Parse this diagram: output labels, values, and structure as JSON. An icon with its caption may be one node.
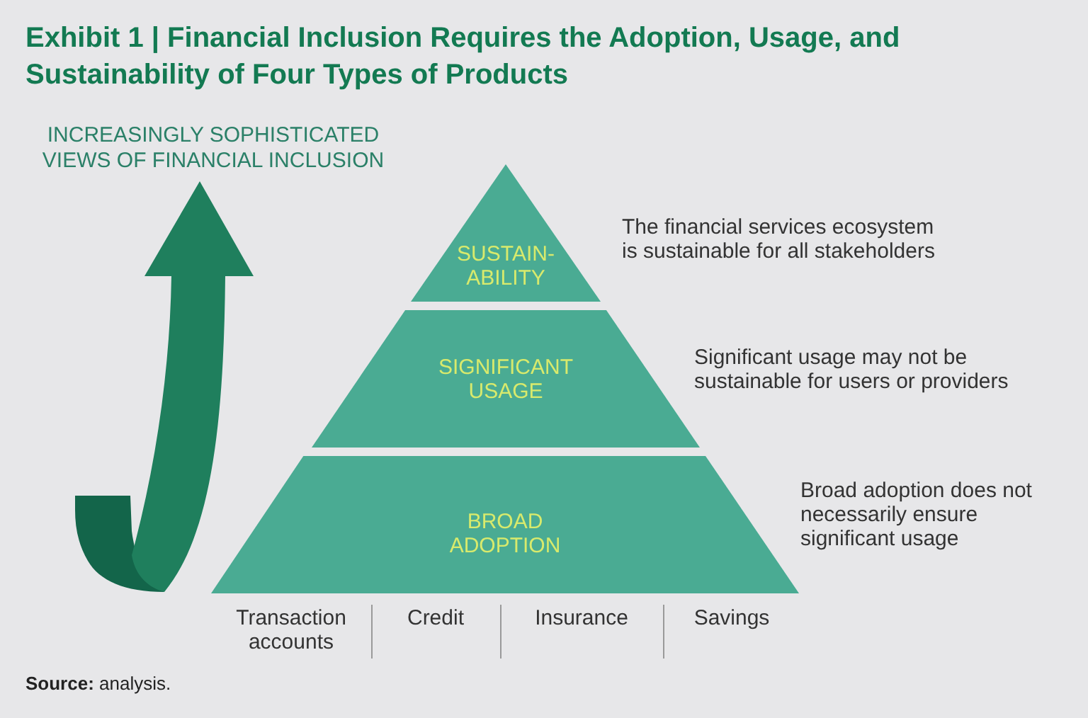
{
  "diagram": {
    "title": "Exhibit 1 | Financial Inclusion Requires the Adoption, Usage, and Sustainability of Four Types of Products",
    "nodes": [
      {
        "text": [
          "SUSTAIN- ABILITY"
        ],
        "beside": [
          "The financial services ecosystem is sustainable for all stakeholders"
        ]
      },
      {
        "text": [
          "SIGNIFICANT USAGE"
        ],
        "beside": [
          "Significant usage may not be sustainable for users or providers"
        ]
      },
      {
        "text": [
          "BROAD ADOPTION"
        ],
        "beside": [
          "Broad adoption does not necessarily ensure significant usage"
        ]
      }
    ],
    "edges": [],
    "labels": [
      "INCREASINGLY SOPHISTICATED VIEWS OF FINANCIAL INCLUSION",
      "Transaction accounts",
      "Credit",
      "Insurance",
      "Savings"
    ],
    "caption": "**Source:** analysis."
  }
}
